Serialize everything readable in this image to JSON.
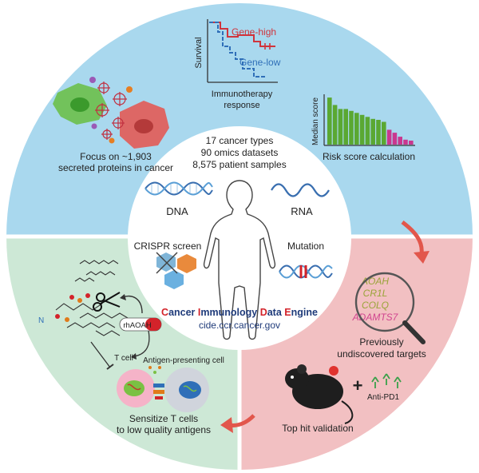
{
  "survival_panel": {
    "y_axis_label": "Survival",
    "x_axis_label_line1": "Immunotherapy",
    "x_axis_label_line2": "response",
    "high_label": "Gene-high",
    "low_label": "Gene-low"
  },
  "secreted_panel": {
    "caption_line1": "Focus on ~1,903",
    "caption_line2": "secreted proteins in cancer"
  },
  "risk_panel": {
    "y_axis_label": "Median score",
    "caption": "Risk score calculation",
    "bar_levels": [
      0.95,
      0.8,
      0.72,
      0.72,
      0.68,
      0.64,
      0.6,
      0.56,
      0.52,
      0.5,
      0.46,
      0.3,
      0.24,
      0.16,
      0.1,
      0.08
    ],
    "bar_highlight": [
      false,
      false,
      false,
      false,
      false,
      false,
      false,
      false,
      false,
      false,
      false,
      true,
      true,
      true,
      true,
      true
    ]
  },
  "center": {
    "stats_line1": "17 cancer types",
    "stats_line2": "90 omics datasets",
    "stats_line3": "8,575 patient samples",
    "dna_label": "DNA",
    "rna_label": "RNA",
    "crispr_label": "CRISPR screen",
    "mutation_label": "Mutation",
    "engine_c": "C",
    "engine_word1_rest": "ancer ",
    "engine_i": "I",
    "engine_word2_rest": "mmunology ",
    "engine_d": "D",
    "engine_word3_rest": "ata ",
    "engine_e": "E",
    "engine_word4_rest": "ngine",
    "url": "cide.ccr.cancer.gov"
  },
  "targets_panel": {
    "genes": [
      "AOAH",
      "CR1L",
      "COLQ",
      "ADAMTS7"
    ],
    "caption_line1": "Previously",
    "caption_line2": "undiscovered targets"
  },
  "validation_panel": {
    "plus": "+",
    "antibody_label": "Anti-PD1",
    "caption": "Top hit validation"
  },
  "mechanism_panel": {
    "enzyme_label": "rhAOAH",
    "tcell_label": "T cell",
    "apc_label": "Antigen-presenting cell",
    "caption_line1": "Sensitize T cells",
    "caption_line2": "to low quality antigens"
  },
  "colors": {
    "blue_quadrant": "#a9d8ee",
    "pink_quadrant": "#f2c0c2",
    "green_quadrant": "#cde8d6",
    "bar_green": "#5aa832",
    "bar_magenta": "#c9378f",
    "gene_high": "#d0343c",
    "gene_low": "#2f6fb8",
    "engine_red": "#d3232a",
    "engine_navy": "#1f3b7a",
    "gene_olive": "#9aa43a",
    "gene_pink": "#d0458f",
    "arrow_red": "#e2574c"
  }
}
